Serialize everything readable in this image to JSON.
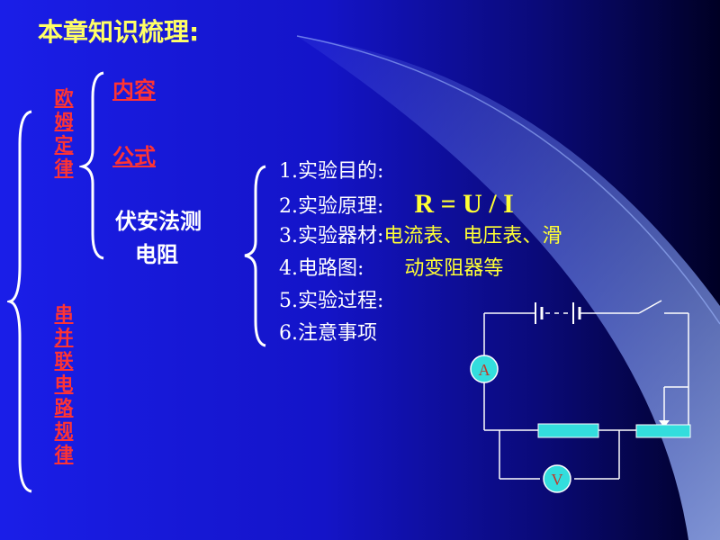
{
  "title": "本章知识梳理:",
  "left_branches": [
    "欧姆定律",
    "串并联电路规律"
  ],
  "sub_items": [
    "内容",
    "公式",
    "伏安法测",
    "电阻"
  ],
  "steps": [
    {
      "label": "1.实验目的:",
      "value": ""
    },
    {
      "label": "2.实验原理:",
      "value": "R = U / I"
    },
    {
      "label": "3.实验器材:",
      "value": "电流表、电压表、滑"
    },
    {
      "label": "4.电路图:",
      "value": "动变阻器等"
    },
    {
      "label": "5.实验过程:",
      "value": ""
    },
    {
      "label": "6.注意事项",
      "value": ""
    }
  ],
  "circuit": {
    "ammeter_label": "A",
    "voltmeter_label": "V"
  },
  "colors": {
    "background": "#1414c8",
    "title": "#ffff66",
    "accent_red": "#ff3333",
    "yellow": "#ffff33",
    "meter": "#33dddd"
  }
}
